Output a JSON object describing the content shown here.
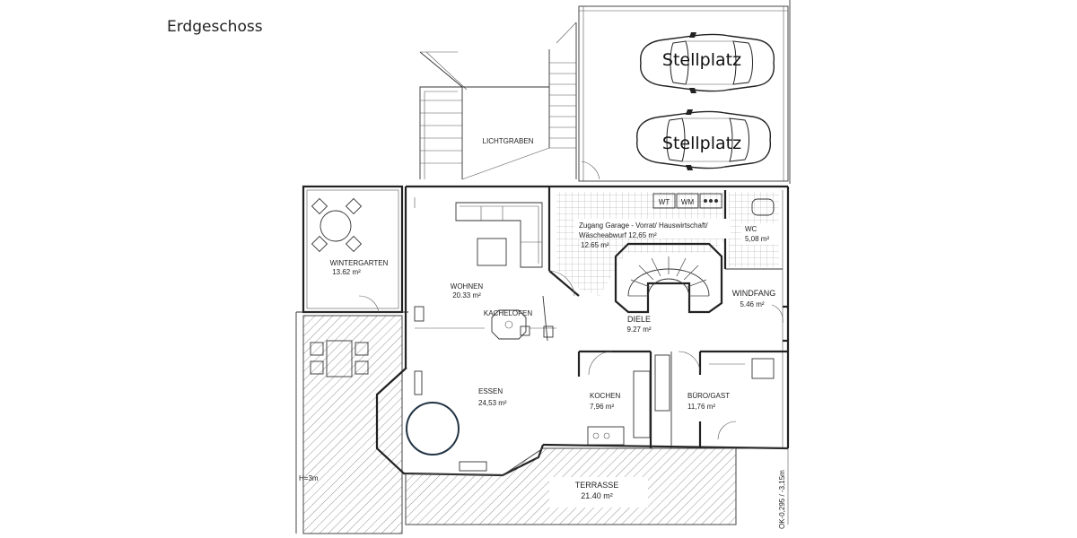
{
  "title": "Erdgeschoss",
  "parking": [
    {
      "label": "Stellplatz"
    },
    {
      "label": "Stellplatz"
    }
  ],
  "rooms": {
    "lichtgraben": {
      "name": "LICHTGRABEN"
    },
    "wintergarten": {
      "name": "WINTERGARTEN",
      "area": "13.62 m²"
    },
    "wohnen": {
      "name": "WOHNEN",
      "area": "20.33 m²"
    },
    "kachelofen": {
      "name": "KACHELOFEN"
    },
    "hauswirtschaft": {
      "name": "Zugang Garage - Vorrat/ Hauswirtschaft/",
      "name2": "Wäscheabwurf 12,65 m²",
      "old_area": "12.65 m²"
    },
    "wc": {
      "name": "WC",
      "area": "5,08 m²"
    },
    "windfang": {
      "name": "WINDFANG",
      "area": "5.46 m²"
    },
    "diele": {
      "name": "DIELE",
      "area": "9.27 m²"
    },
    "essen": {
      "name": "ESSEN",
      "area": "24,53 m²"
    },
    "kochen": {
      "name": "KOCHEN",
      "area": "7,96 m²"
    },
    "buero": {
      "name": "BÜRO/GAST",
      "area": "11,76 m²"
    },
    "terrasse": {
      "name": "TERRASSE",
      "area": "21.40 m²"
    }
  },
  "appliances": [
    "WT",
    "WM"
  ],
  "dimension_note": "H=3m",
  "side_note": "OK-0,295 / -3,15m"
}
